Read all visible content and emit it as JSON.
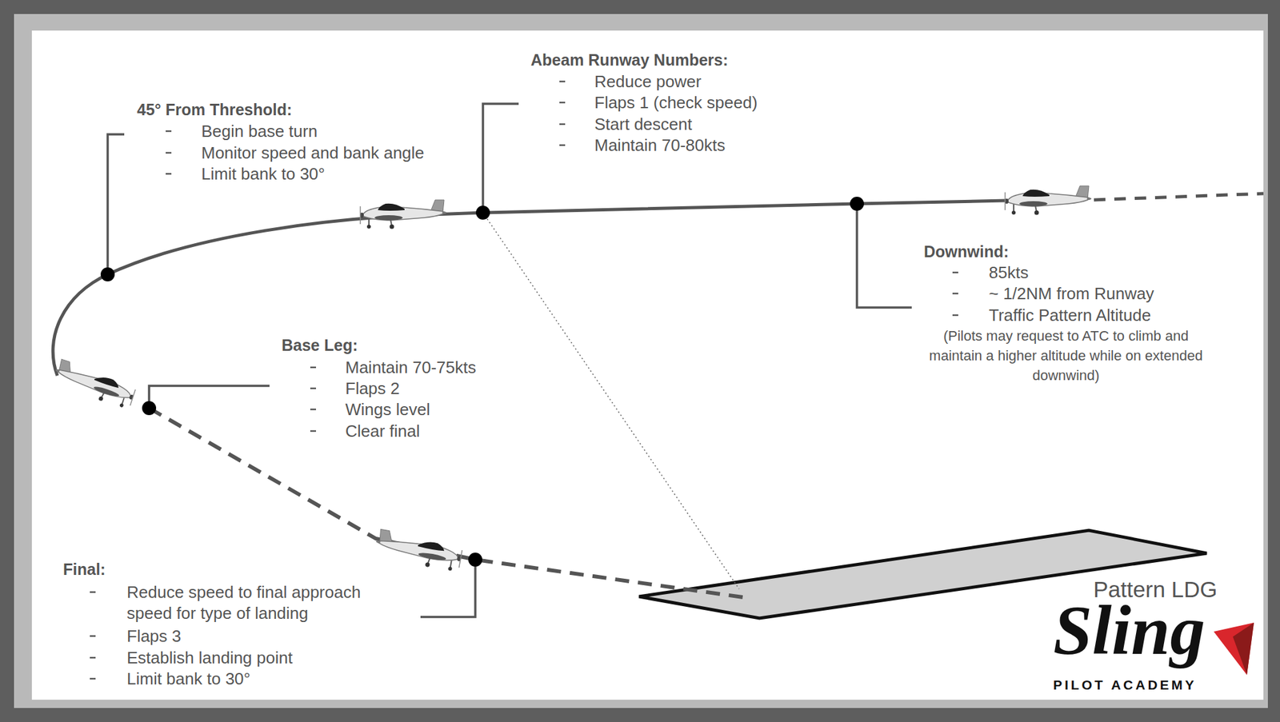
{
  "diagram": {
    "title": "Pattern LDG",
    "labels": [
      "45° From Threshold:",
      "Begin base turn",
      "Monitor speed and bank angle",
      "Limit bank to 30°",
      "Abeam Runway Numbers:",
      "Reduce power",
      "Flaps 1 (check speed)",
      "Start descent",
      "Maintain 70-80kts",
      "Downwind:",
      "85kts",
      "~ 1/2NM from Runway",
      "Traffic Pattern Altitude",
      "(Pilots may request to ATC to climb and maintain a higher altitude while on extended downwind)",
      "Base Leg:",
      "Maintain 70-75kts",
      "Flaps 2",
      "Wings level",
      "Clear final",
      "Final:",
      "Reduce speed to final approach speed for type of landing",
      "Flaps 3",
      "Establish landing point",
      "Limit bank to 30°",
      "Sling",
      "PILOT ACADEMY"
    ]
  }
}
